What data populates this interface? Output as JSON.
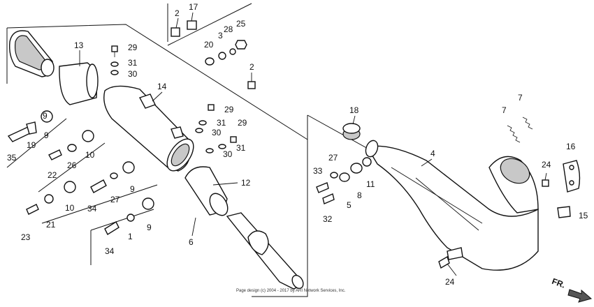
{
  "callouts": {
    "c1": "1",
    "c2a": "2",
    "c2b": "2",
    "c3": "3",
    "c4": "4",
    "c5": "5",
    "c6": "6",
    "c7a": "7",
    "c7b": "7",
    "c8": "8",
    "c9a": "9",
    "c9b": "9",
    "c9c": "9",
    "c9d": "9",
    "c10a": "10",
    "c10b": "10",
    "c11": "11",
    "c12": "12",
    "c13": "13",
    "c14": "14",
    "c15": "15",
    "c16": "16",
    "c17": "17",
    "c18": "18",
    "c19": "19",
    "c20": "20",
    "c21": "21",
    "c22": "22",
    "c23": "23",
    "c24a": "24",
    "c24b": "24",
    "c25": "25",
    "c26": "26",
    "c27a": "27",
    "c27b": "27",
    "c28": "28",
    "c29a": "29",
    "c29b": "29",
    "c29c": "29",
    "c30a": "30",
    "c30b": "30",
    "c30c": "30",
    "c31a": "31",
    "c31b": "31",
    "c31c": "31",
    "c32": "32",
    "c33": "33",
    "c34a": "34",
    "c34b": "34",
    "c35": "35"
  },
  "direction_label": "FR.",
  "copyright": "Page design (c) 2004 - 2017 by ARI Network Services, Inc."
}
